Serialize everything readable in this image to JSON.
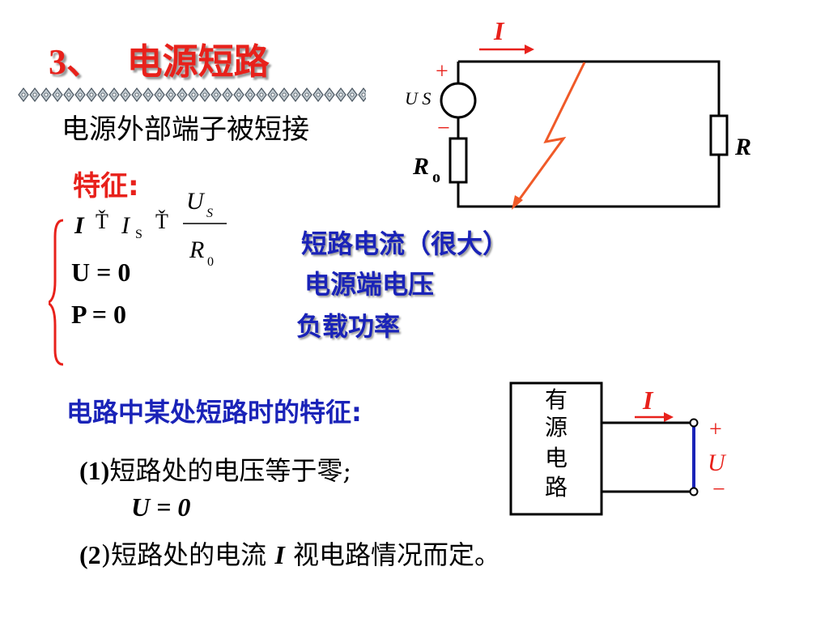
{
  "title": {
    "num": "3",
    "sep": "、",
    "text": "电源短路"
  },
  "subtitle": "电源外部端子被短接",
  "feature_label": "特征:",
  "formula": {
    "lhs": "I",
    "sym1": "Ť",
    "is_main": "I",
    "is_sub": "S",
    "sym2": "Ť",
    "num_main": "U",
    "num_sub": "S",
    "den_main": "R",
    "den_sub": "0",
    "u_eq": "U = 0",
    "p_eq": "P = 0"
  },
  "notes": [
    "短路电流（很大）",
    "电源端电压",
    "负载功率"
  ],
  "circuit1": {
    "current": "I",
    "plus": "+",
    "minus": "−",
    "us": "U S",
    "r0_main": "R",
    "r0_sub": "o",
    "r": "R"
  },
  "section2": "电路中某处短路时的特征:",
  "items": {
    "i1_num": "(1)",
    "i1_text": "短路处的电压等于零;",
    "i1_eq": "U  = 0",
    "i2_num": "(2",
    "i2_paren": ")",
    "i2_a": "短路处的电流 ",
    "i2_var": "I",
    "i2_b": " 视电路情况而定。"
  },
  "circuit2": {
    "box_chars": [
      "有",
      "源",
      "电",
      "路"
    ],
    "current": "I",
    "plus": "+",
    "u": "U",
    "minus": "−"
  },
  "colors": {
    "red": "#e8211b",
    "blue": "#1a23b8",
    "orange": "#f05a28"
  }
}
